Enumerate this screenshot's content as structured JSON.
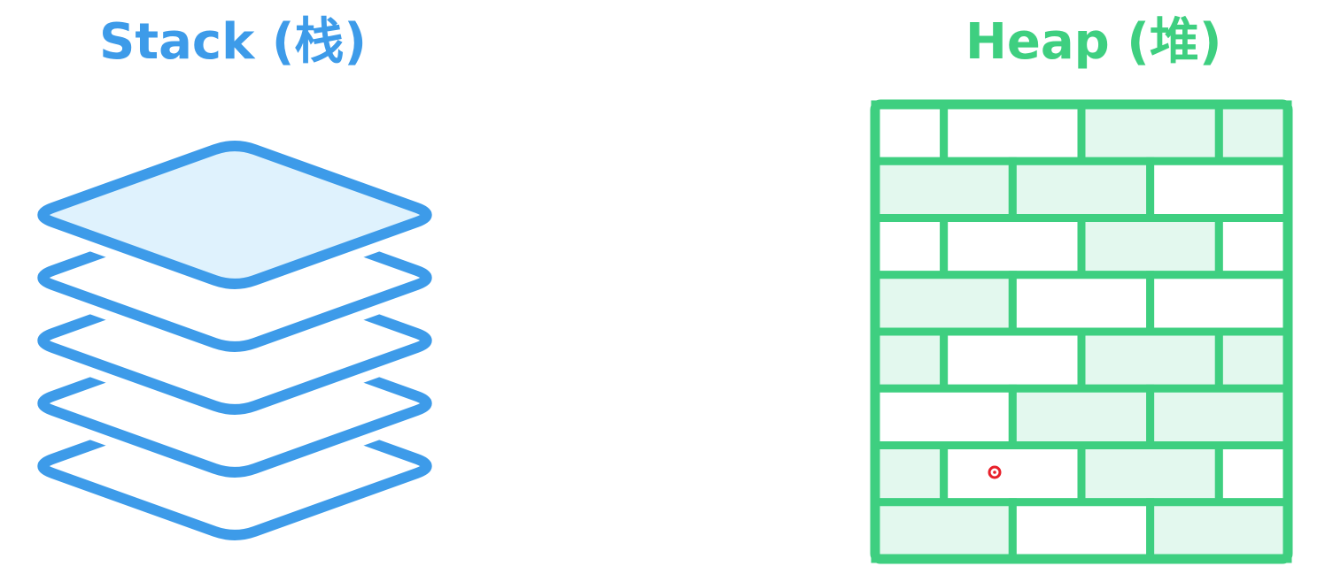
{
  "stack": {
    "title": "Stack (栈)",
    "color": "#3d9be9",
    "fill": "#dff2fd",
    "layers": 5,
    "filled_layers": [
      0
    ]
  },
  "heap": {
    "title": "Heap (堆)",
    "color": "#3ecf80",
    "fill": "#e3f8ee",
    "rows": [
      [
        {
          "w": 1,
          "f": false
        },
        {
          "w": 2,
          "f": false
        },
        {
          "w": 2,
          "f": true
        },
        {
          "w": 1,
          "f": true
        }
      ],
      [
        {
          "w": 2,
          "f": true
        },
        {
          "w": 2,
          "f": true
        },
        {
          "w": 2,
          "f": false
        }
      ],
      [
        {
          "w": 1,
          "f": false
        },
        {
          "w": 2,
          "f": false
        },
        {
          "w": 2,
          "f": true
        },
        {
          "w": 1,
          "f": false
        }
      ],
      [
        {
          "w": 2,
          "f": true
        },
        {
          "w": 2,
          "f": false
        },
        {
          "w": 2,
          "f": false
        }
      ],
      [
        {
          "w": 1,
          "f": true
        },
        {
          "w": 2,
          "f": false
        },
        {
          "w": 2,
          "f": true
        },
        {
          "w": 1,
          "f": true
        }
      ],
      [
        {
          "w": 2,
          "f": false
        },
        {
          "w": 2,
          "f": true
        },
        {
          "w": 2,
          "f": true
        }
      ],
      [
        {
          "w": 1,
          "f": true
        },
        {
          "w": 2,
          "f": false
        },
        {
          "w": 2,
          "f": true
        },
        {
          "w": 1,
          "f": false
        }
      ],
      [
        {
          "w": 2,
          "f": true
        },
        {
          "w": 2,
          "f": false
        },
        {
          "w": 2,
          "f": true
        }
      ]
    ]
  },
  "cursor": {
    "color": "#e8202a"
  }
}
